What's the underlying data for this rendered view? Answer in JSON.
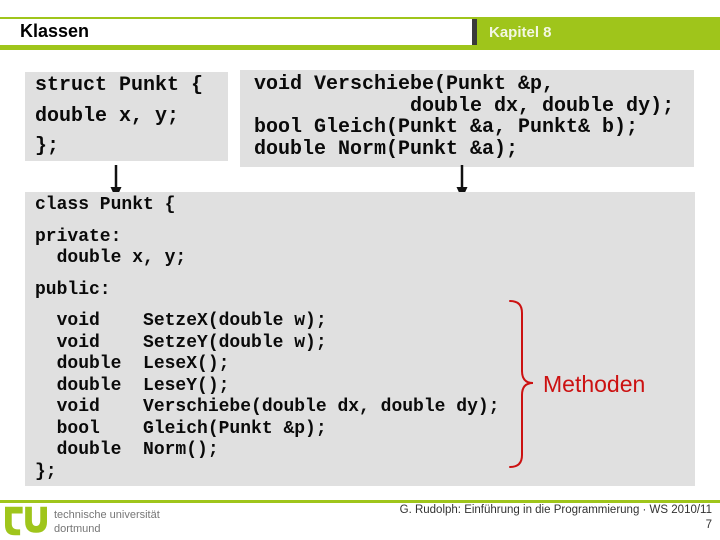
{
  "header": {
    "title": "Klassen",
    "chapter": "Kapitel 8"
  },
  "struct_box": {
    "lines": [
      "struct Punkt {",
      "",
      "double x, y;",
      "",
      "};"
    ]
  },
  "functions_box": {
    "lines": [
      "void Verschiebe(Punkt &p,",
      "             double dx, double dy);",
      "bool Gleich(Punkt &a, Punkt& b);",
      "double Norm(Punkt &a);"
    ]
  },
  "class_box": {
    "lines": [
      "class Punkt {",
      "",
      "private:",
      "  double x, y;",
      "",
      "public:",
      "",
      "  void    SetzeX(double w);",
      "  void    SetzeY(double w);",
      "  double  LeseX();",
      "  double  LeseY();",
      "  void    Verschiebe(double dx, double dy);",
      "  bool    Gleich(Punkt &p);",
      "  double  Norm();",
      "};"
    ]
  },
  "annotation": {
    "label": "Methoden"
  },
  "footer": {
    "university_line1": "technische universität",
    "university_line2": "dortmund",
    "credit": "G. Rudolph: Einführung in die Programmierung · WS 2010/11",
    "page_number": "7"
  },
  "colors": {
    "accent_green": "#9fc51b",
    "box_gray": "#e0e0e0",
    "annotation_red": "#cc1111",
    "chapter_edge_dark": "#3a3a3a"
  }
}
